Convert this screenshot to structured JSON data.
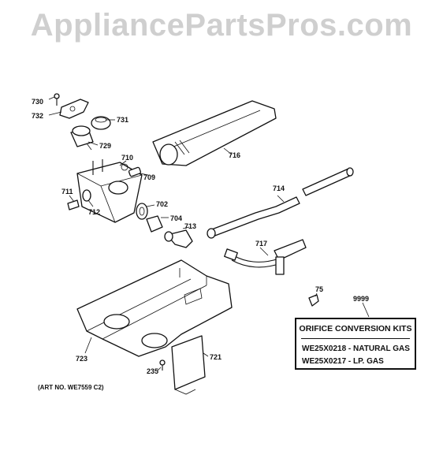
{
  "watermark": "AppliancePartsPros.com",
  "art_no": "(ART NO. WE7559 C2)",
  "kit_box": {
    "title": "ORIFICE CONVERSION KITS",
    "rows": [
      "WE25X0218 - NATURAL GAS",
      "WE25X0217 - LP. GAS"
    ]
  },
  "callouts": {
    "c730": "730",
    "c732": "732",
    "c731": "731",
    "c729": "729",
    "c716": "716",
    "c710": "710",
    "c709": "709",
    "c711": "711",
    "c712": "712",
    "c702": "702",
    "c704": "704",
    "c713": "713",
    "c714": "714",
    "c717": "717",
    "c75": "75",
    "c9999": "9999",
    "c723": "723",
    "c721": "721",
    "c235": "235"
  }
}
